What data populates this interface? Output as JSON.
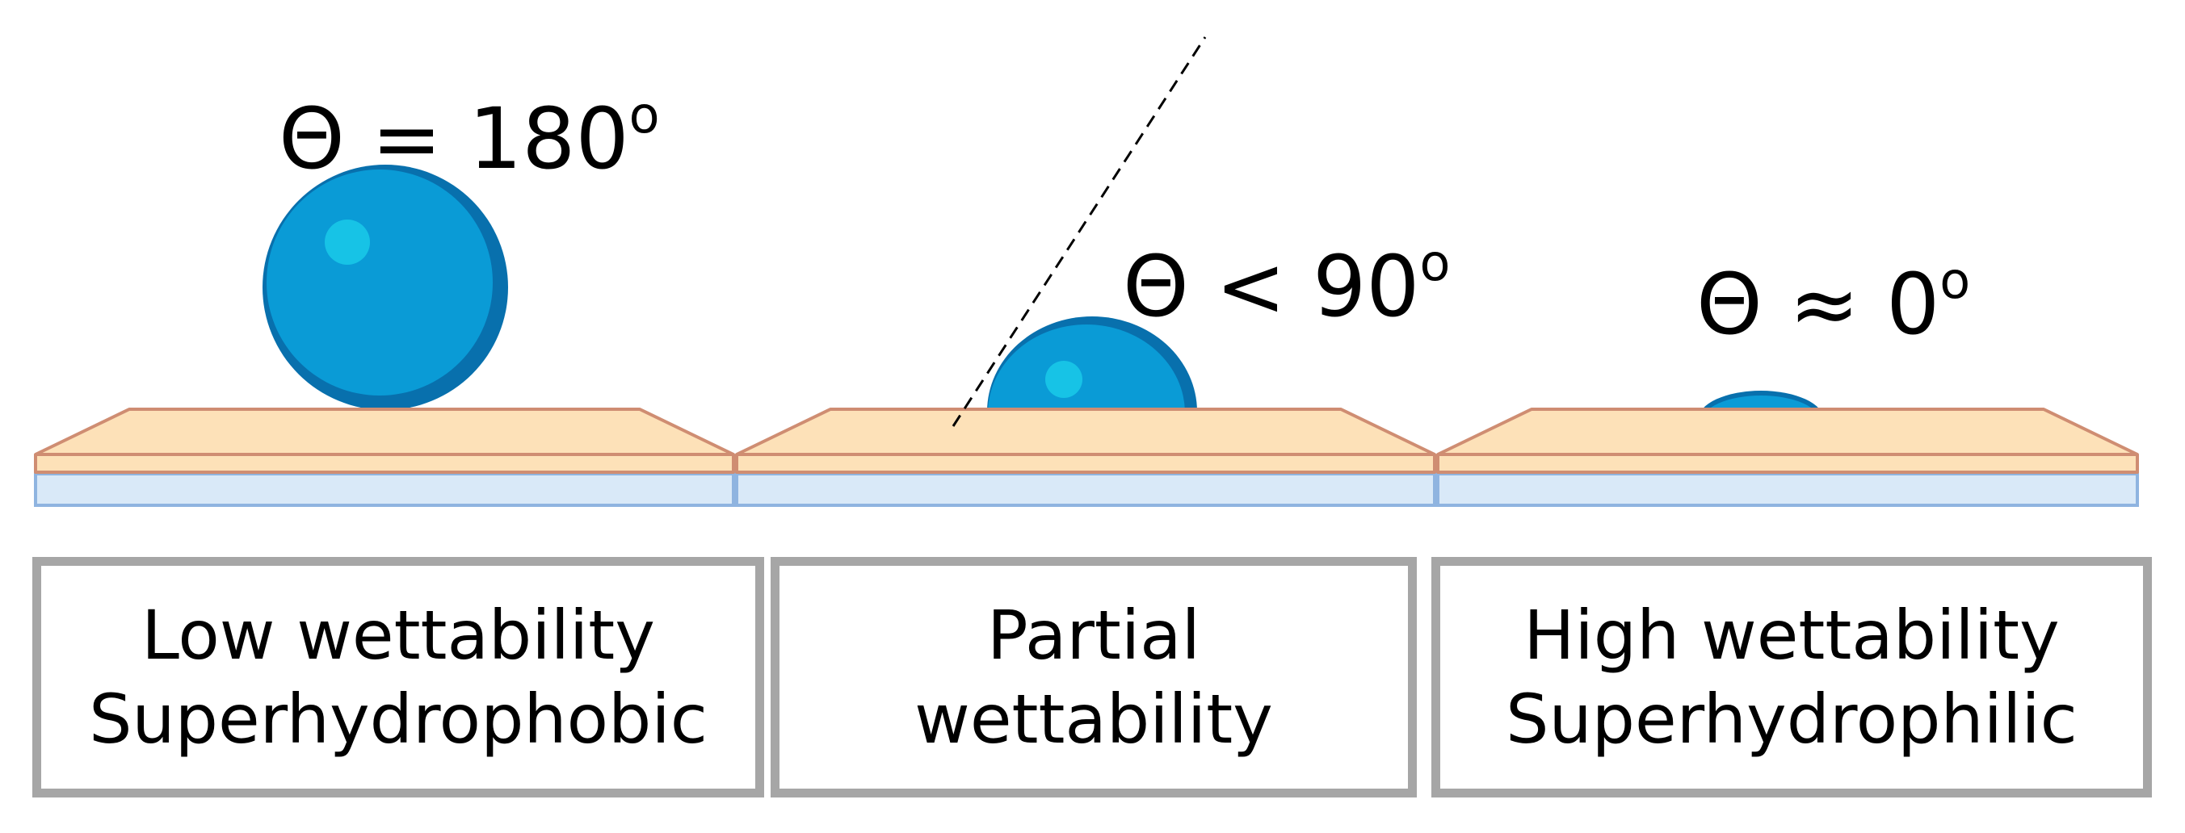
{
  "panels": [
    {
      "angle": {
        "symbol": "Θ",
        "relation": "=",
        "value": "180",
        "unit": "o"
      },
      "box": {
        "line1": "Low wettability",
        "line2": "Superhydrophobic"
      }
    },
    {
      "angle": {
        "symbol": "Θ",
        "relation": "<",
        "value": "90",
        "unit": "o"
      },
      "box": {
        "line1": "Partial",
        "line2": "wettability"
      }
    },
    {
      "angle": {
        "symbol": "Θ",
        "relation": "≈",
        "value": "0",
        "unit": "o"
      },
      "box": {
        "line1": "High wettability",
        "line2": "Superhydrophilic"
      }
    }
  ],
  "colors": {
    "droplet": "#0a9bd6",
    "droplet_shadow": "#0870ad",
    "droplet_highlight": "#17c3e6",
    "substrate_top": "#fde1b8",
    "substrate_edge": "#cf8d72",
    "base_layer": "#d9e9f8",
    "base_edge": "#8fb4e0",
    "box_border": "#a6a6a6"
  }
}
